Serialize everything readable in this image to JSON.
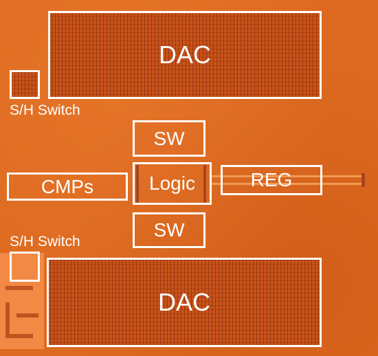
{
  "blocks": {
    "dac_top": "DAC",
    "dac_bottom": "DAC",
    "sw_top": "SW",
    "sw_bottom": "SW",
    "logic": "Logic",
    "cmps": "CMPs",
    "reg": "REG"
  },
  "captions": {
    "sh_switch_top": "S/H Switch",
    "sh_switch_bottom": "S/H Switch"
  },
  "colors": {
    "substrate": "#dd6a20",
    "outline": "#ffffff"
  }
}
